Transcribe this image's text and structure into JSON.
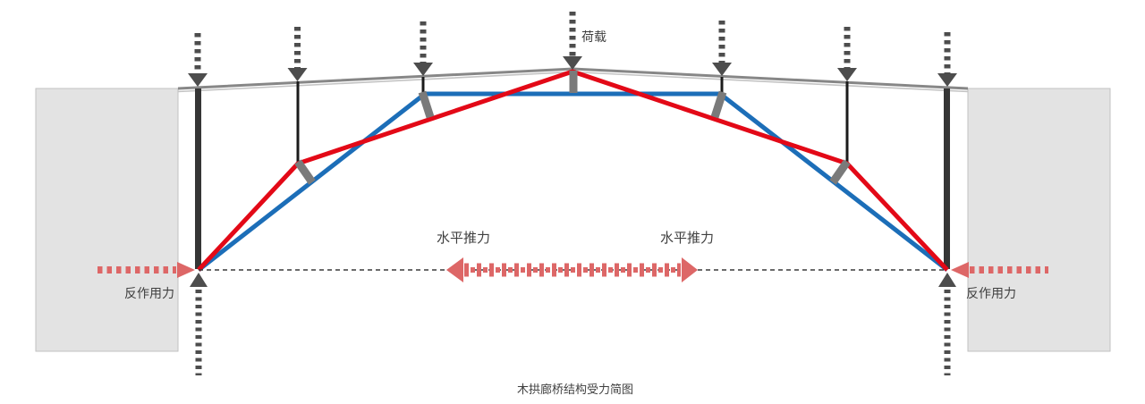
{
  "caption": "木拱廊桥结构受力简图",
  "labels": {
    "load": "荷载",
    "thrust_left": "水平推力",
    "thrust_right": "水平推力",
    "reaction_left": "反作用力",
    "reaction_right": "反作用力"
  },
  "colors": {
    "arch_red": "#e30917",
    "arch_blue": "#1c6eb8",
    "force_salmon": "#dd6767",
    "load_arrow": "#4d4d4d",
    "text": "#3f3f3f"
  },
  "diagram": {
    "type": "structural-force-diagram",
    "subject": "wooden arch corridor bridge (木拱廊桥)",
    "load_arrow_count": 7,
    "arch_systems": [
      {
        "name": "polygonal arch A",
        "color": "#e30917",
        "segments": 4
      },
      {
        "name": "polygonal arch B",
        "color": "#1c6eb8",
        "segments": 3
      }
    ],
    "supports": 2,
    "abutments": 2
  }
}
